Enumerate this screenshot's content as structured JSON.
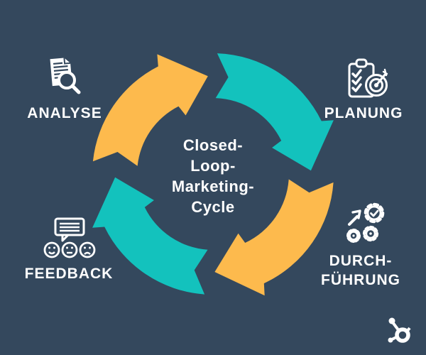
{
  "background_color": "#34485d",
  "colors": {
    "arrow_orange": "#fdba4d",
    "arrow_teal": "#13c2bd",
    "text": "#ffffff",
    "icon_stroke": "#ffffff"
  },
  "title": {
    "lines": [
      "Closed-",
      "Loop-",
      "Marketing-",
      "Cycle"
    ]
  },
  "stages": [
    {
      "label": "ANALYSE",
      "icon": "document-magnifier-icon"
    },
    {
      "label": "PLANUNG",
      "icon": "clipboard-target-icon"
    },
    {
      "label_lines": [
        "DURCH-",
        "FÜHRUNG"
      ],
      "icon": "gears-launch-icon"
    },
    {
      "label": "FEEDBACK",
      "icon": "feedback-bubble-faces-icon"
    }
  ],
  "cycle": {
    "direction": "clockwise",
    "segments": [
      {
        "position": "top-left",
        "color_key": "arrow_orange"
      },
      {
        "position": "top-right",
        "color_key": "arrow_teal"
      },
      {
        "position": "bottom-right",
        "color_key": "arrow_orange"
      },
      {
        "position": "bottom-left",
        "color_key": "arrow_teal"
      }
    ]
  },
  "brand_logo": "hubspot-sprocket-icon"
}
